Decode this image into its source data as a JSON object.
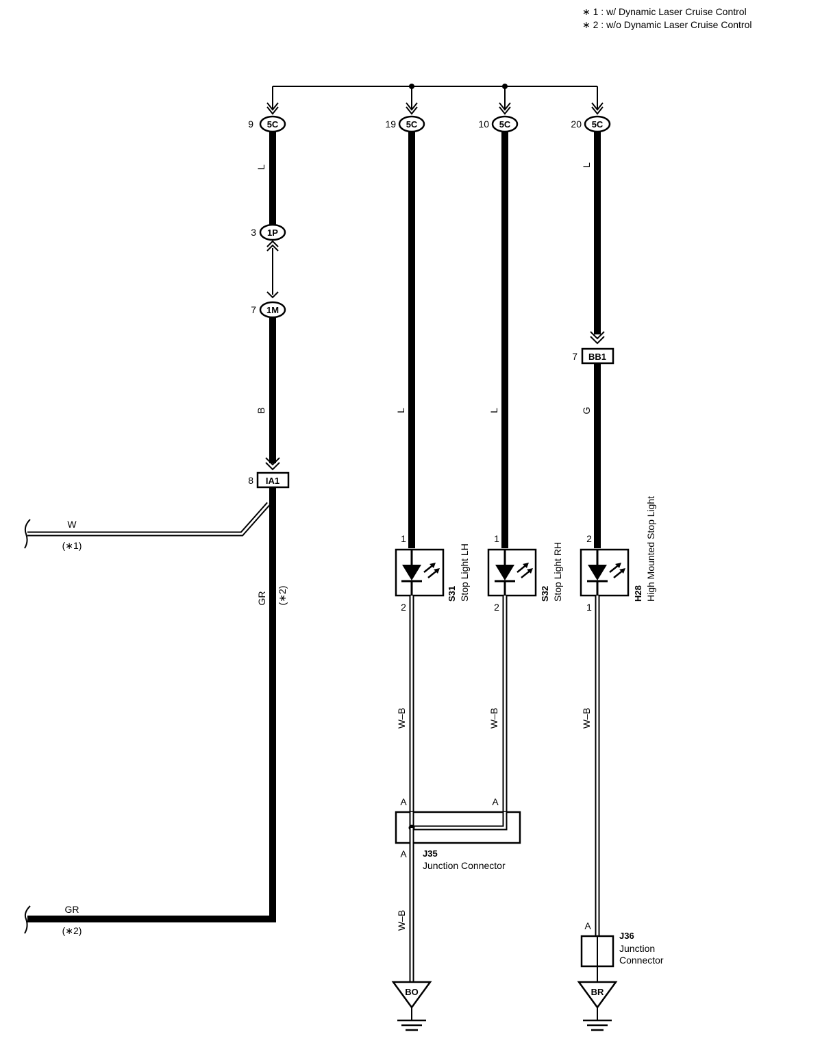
{
  "legend": {
    "note1": "∗ 1 : w/ Dynamic Laser Cruise Control",
    "note2": "∗ 2 : w/o Dynamic Laser Cruise Control"
  },
  "connectors_top": [
    {
      "pin": "9",
      "code": "5C"
    },
    {
      "pin": "19",
      "code": "5C"
    },
    {
      "pin": "10",
      "code": "5C"
    },
    {
      "pin": "20",
      "code": "5C"
    }
  ],
  "inline": {
    "c1p": {
      "pin": "3",
      "code": "1P"
    },
    "c1m": {
      "pin": "7",
      "code": "1M"
    },
    "ia1": {
      "pin": "8",
      "code": "IA1"
    },
    "bb1": {
      "pin": "7",
      "code": "BB1"
    }
  },
  "wires": {
    "col1_top": "L",
    "col1_mid": "B",
    "col1_bottom": "GR",
    "col1_bottom_note": "(∗2)",
    "col2": "L",
    "col3": "L",
    "col4_top": "L",
    "col4_mid": "G",
    "w_branch": "W",
    "w_branch_note": "(∗1)",
    "gr_branch": "GR",
    "gr_branch_note": "(∗2)",
    "wb_s31": "W–B",
    "wb_s32": "W–B",
    "wb_h28": "W–B",
    "wb_j35": "W–B"
  },
  "lights": [
    {
      "code": "S31",
      "name": "Stop Light LH",
      "pin_top": "1",
      "pin_bottom": "2"
    },
    {
      "code": "S32",
      "name": "Stop Light RH",
      "pin_top": "1",
      "pin_bottom": "2"
    },
    {
      "code": "H28",
      "name": "High Mounted Stop Light",
      "pin_top": "2",
      "pin_bottom": "1"
    }
  ],
  "j35": {
    "code": "J35",
    "name": "Junction Connector",
    "pin_in1": "A",
    "pin_in2": "A",
    "pin_out": "A"
  },
  "j36": {
    "code": "J36",
    "name_line1": "Junction",
    "name_line2": "Connector",
    "pin": "A"
  },
  "grounds": [
    {
      "code": "BO"
    },
    {
      "code": "BR"
    }
  ]
}
